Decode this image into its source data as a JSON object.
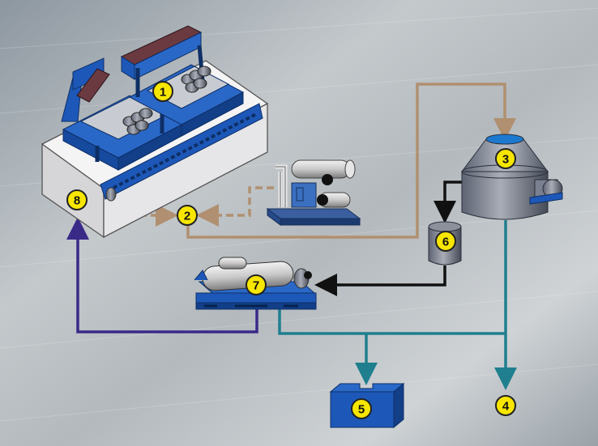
{
  "diagram": {
    "components": [
      {
        "id": "1",
        "label": "1",
        "icon": "shale-shaker-icon"
      },
      {
        "id": "2",
        "label": "2",
        "icon": "pump-junction-icon"
      },
      {
        "id": "3",
        "label": "3",
        "icon": "hydrocyclone-tank-icon"
      },
      {
        "id": "4",
        "label": "4",
        "icon": "discharge-point-icon"
      },
      {
        "id": "5",
        "label": "5",
        "icon": "collection-bin-icon"
      },
      {
        "id": "6",
        "label": "6",
        "icon": "holding-drum-icon"
      },
      {
        "id": "7",
        "label": "7",
        "icon": "centrifuge-icon"
      },
      {
        "id": "8",
        "label": "8",
        "icon": "mud-tank-icon"
      }
    ],
    "colors": {
      "badge": "#f7e600",
      "machine_blue": "#1d58b8",
      "flow_tan": "#b09070",
      "flow_black": "#111111",
      "flow_purple": "#3a2a88",
      "flow_teal": "#1f7f8e",
      "tank_body": "#e2e2e4"
    }
  }
}
